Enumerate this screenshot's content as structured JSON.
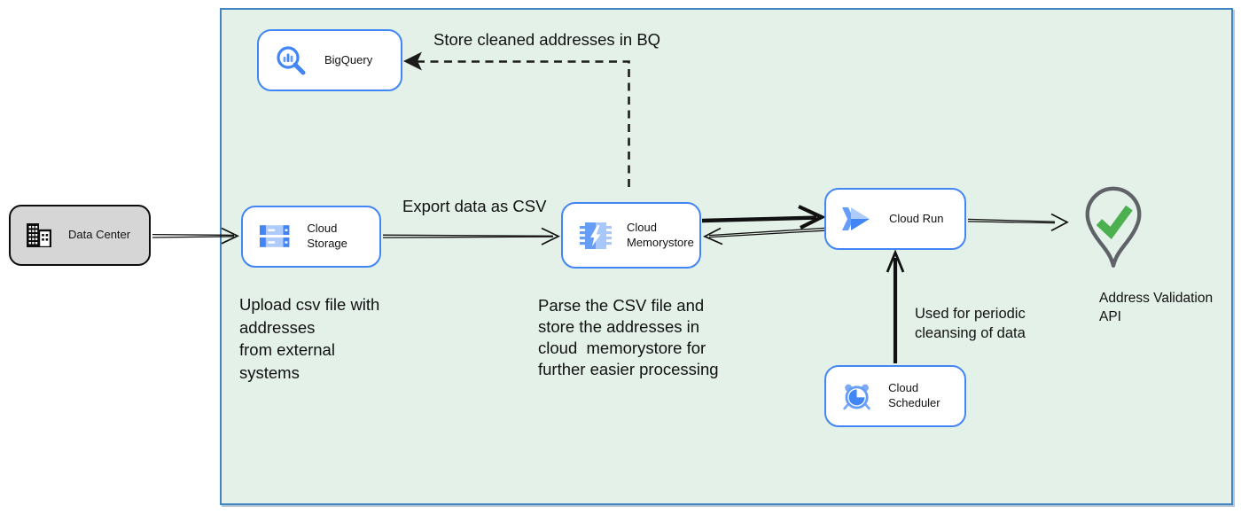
{
  "nodes": {
    "data_center": {
      "label": "Data Center"
    },
    "bigquery": {
      "label": "BigQuery"
    },
    "cloud_storage": {
      "label": "Cloud Storage"
    },
    "cloud_memorystore": {
      "label": "Cloud\nMemorystore"
    },
    "cloud_run": {
      "label": "Cloud Run"
    },
    "cloud_scheduler": {
      "label": "Cloud Scheduler"
    },
    "address_validation_api": {
      "label": "Address Validation\nAPI"
    }
  },
  "annotations": {
    "store_bq": "Store cleaned addresses in BQ",
    "export_csv": "Export data as CSV",
    "upload_csv": "Upload csv file with\naddresses\nfrom external\nsystems",
    "parse_csv": "Parse the CSV file and\nstore the addresses in\ncloud  memorystore for\nfurther easier processing",
    "periodic": "Used for periodic\ncleansing of data"
  },
  "icons": {
    "data_center": "building-icon",
    "bigquery": "bigquery-magnifier-icon",
    "cloud_storage": "storage-bars-icon",
    "cloud_memorystore": "memorystore-chip-icon",
    "cloud_run": "cloud-run-chevron-icon",
    "cloud_scheduler": "scheduler-alarm-clock-icon",
    "address_validation_api": "map-pin-check-icon"
  },
  "colors": {
    "container_fill": "#e3f1e8",
    "container_border": "#4184c2",
    "node_border": "#4285f4",
    "node_fill": "#ffffff",
    "data_center_fill": "#d6d6d6",
    "google_blue": "#4285f4",
    "light_blue": "#aecbfa",
    "medium_blue": "#669df6",
    "check_green": "#4caf50",
    "pin_gray": "#5f6368",
    "arrow_black": "#111111"
  }
}
